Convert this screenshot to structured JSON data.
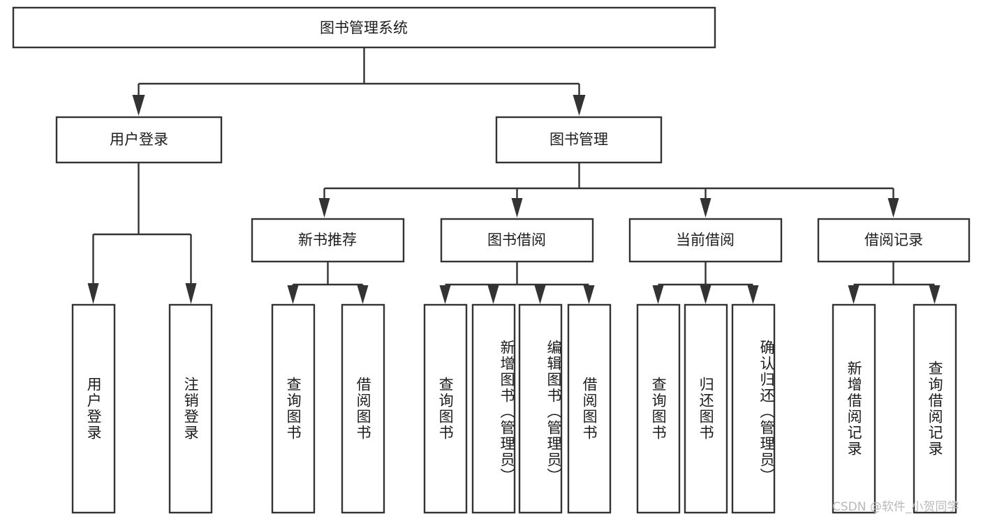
{
  "diagram": {
    "title": "图书管理系统",
    "type": "tree",
    "orientation": "top-down",
    "colors": {
      "box_stroke": "#333333",
      "box_fill": "#ffffff",
      "text": "#1c1c1c",
      "background": "#ffffff",
      "watermark": "#b9b9b9"
    },
    "root": {
      "label": "图书管理系统"
    },
    "level2": [
      {
        "id": "user-login",
        "label": "用户登录"
      },
      {
        "id": "book-manage",
        "label": "图书管理"
      }
    ],
    "level3": [
      {
        "id": "new-book-recommend",
        "label": "新书推荐",
        "parent": "book-manage"
      },
      {
        "id": "book-borrow",
        "label": "图书借阅",
        "parent": "book-manage"
      },
      {
        "id": "current-borrow",
        "label": "当前借阅",
        "parent": "book-manage"
      },
      {
        "id": "borrow-record",
        "label": "借阅记录",
        "parent": "book-manage"
      }
    ],
    "leaves": [
      {
        "id": "leaf-user-login",
        "label": "用户登录",
        "parent": "user-login"
      },
      {
        "id": "leaf-logout-login",
        "label": "注销登录",
        "parent": "user-login"
      },
      {
        "id": "leaf-query-book-1",
        "label": "查询图书",
        "parent": "new-book-recommend"
      },
      {
        "id": "leaf-borrow-book-1",
        "label": "借阅图书",
        "parent": "new-book-recommend"
      },
      {
        "id": "leaf-query-book-2",
        "label": "查询图书",
        "parent": "book-borrow"
      },
      {
        "id": "leaf-add-book",
        "label": "新增图书（管理员）",
        "parent": "book-borrow"
      },
      {
        "id": "leaf-edit-book",
        "label": "编辑图书（管理员）",
        "parent": "book-borrow"
      },
      {
        "id": "leaf-borrow-book-2",
        "label": "借阅图书",
        "parent": "book-borrow"
      },
      {
        "id": "leaf-query-book-3",
        "label": "查询图书",
        "parent": "current-borrow"
      },
      {
        "id": "leaf-return-book",
        "label": "归还图书",
        "parent": "current-borrow"
      },
      {
        "id": "leaf-confirm-return",
        "label": "确认归还（管理员）",
        "parent": "current-borrow"
      },
      {
        "id": "leaf-add-record",
        "label": "新增借阅记录",
        "parent": "borrow-record"
      },
      {
        "id": "leaf-query-record",
        "label": "查询借阅记录",
        "parent": "borrow-record"
      }
    ],
    "watermark": "CSDN @软件_小贺同学"
  }
}
